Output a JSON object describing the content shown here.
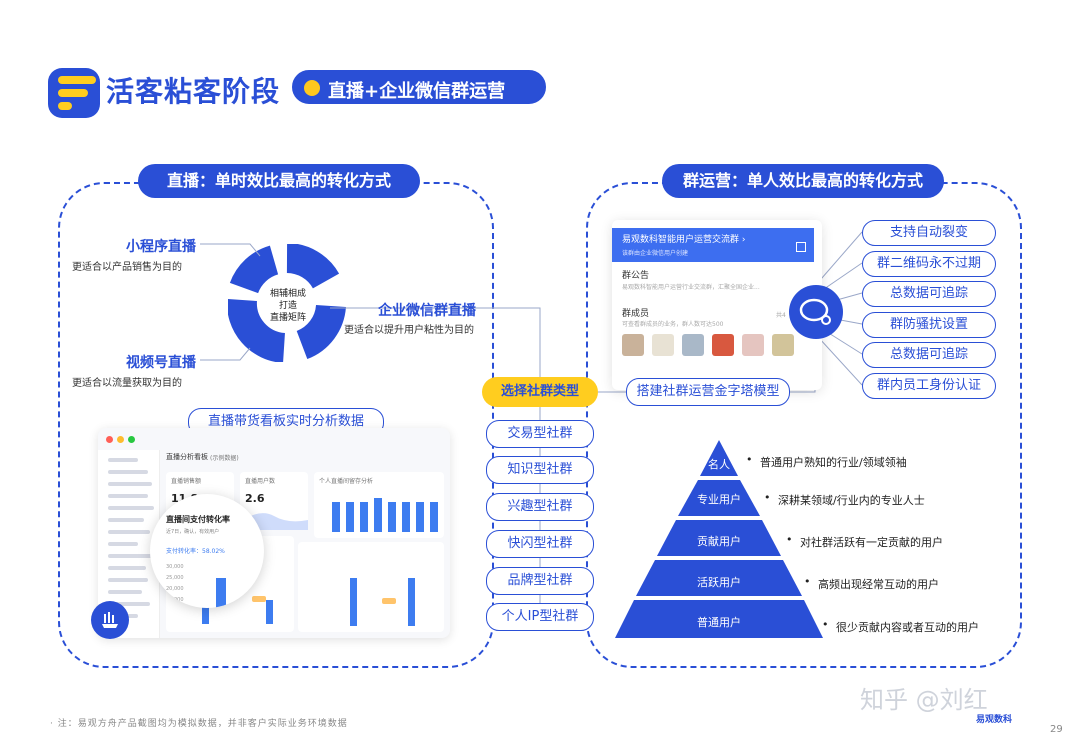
{
  "header": {
    "title": "活客粘客阶段",
    "subtitle": "直播+企业微信群运营"
  },
  "left_section": {
    "heading": "直播：单时效比最高的转化方式",
    "donut_center": [
      "相辅相成",
      "打造",
      "直播矩阵"
    ],
    "mini_program": {
      "label": "小程序直播",
      "desc": "更适合以产品销售为目的"
    },
    "wecom_group": {
      "label": "企业微信群直播",
      "desc": "更适合以提升用户粘性为目的"
    },
    "video_channel": {
      "label": "视频号直播",
      "desc": "更适合以流量获取为目的"
    },
    "dashboard_label": "直播带货看板实时分析数据",
    "dashboard": {
      "title": "直播分析看板",
      "tag": "(示例数据)",
      "cards": [
        {
          "label": "直播销售额",
          "value": "11.8"
        },
        {
          "label": "直播用户数",
          "value": "2.6"
        },
        {
          "label": "个人直播间留存分析"
        }
      ],
      "magnifier_title": "直播间支付转化率",
      "magnifier_sub": "近7日，确认，有效用户",
      "magnifier_rate": "支付转化率：58.02%",
      "y_ticks": [
        "30,000",
        "25,000",
        "20,000",
        "15,000"
      ]
    }
  },
  "right_section": {
    "heading": "群运营：单人效比最高的转化方式",
    "wx_group": {
      "title": "易观数科智能用户运营交流群 ›",
      "subtitle": "该群由企业微信用户创建",
      "notice_label": "群公告",
      "notice_text": "易观数科智能用户运营行业交流群，汇聚全国企业...",
      "members_label": "群成员",
      "members_sub": "可查看群成员的业务，群人数可达500",
      "members_count": "共4"
    },
    "features": [
      "支持自动裂变",
      "群二维码永不过期",
      "总数据可追踪",
      "群防骚扰设置",
      "总数据可追踪",
      "群内员工身份认证"
    ],
    "select_label": "选择社群类型",
    "pyramid_label": "搭建社群运营金字塔模型",
    "community_types": [
      "交易型社群",
      "知识型社群",
      "兴趣型社群",
      "快闪型社群",
      "品牌型社群",
      "个人IP型社群"
    ],
    "pyramid": [
      {
        "label": "名人",
        "desc": "普通用户熟知的行业/领域领袖"
      },
      {
        "label": "专业用户",
        "desc": "深耕某领域/行业内的专业人士"
      },
      {
        "label": "贡献用户",
        "desc": "对社群活跃有一定贡献的用户"
      },
      {
        "label": "活跃用户",
        "desc": "高频出现经常互动的用户"
      },
      {
        "label": "普通用户",
        "desc": "很少贡献内容或者互动的用户"
      }
    ]
  },
  "footer": {
    "note": "· 注：易观方舟产品截图均为模拟数据，并非客户实际业务环境数据",
    "watermark": "知乎 @刘红",
    "brand": "易观数科",
    "page": "29"
  },
  "colors": {
    "primary": "#2a4fd6",
    "accent": "#ffcd1f",
    "chart": "#3d7cf0"
  }
}
